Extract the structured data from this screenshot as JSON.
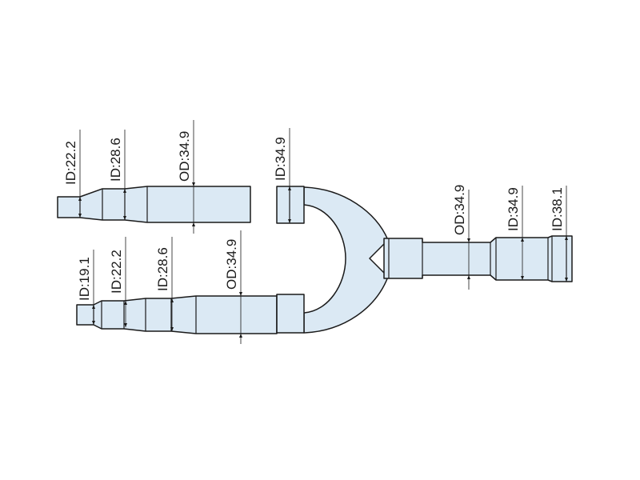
{
  "diagram": {
    "separate_pipe_labels": [
      "ID:22.2",
      "ID:28.6",
      "OD:34.9"
    ],
    "left_branch_labels": [
      "ID:19.1",
      "ID:22.2",
      "ID:28.6",
      "OD:34.9"
    ],
    "bend_top_label": "ID:34.9",
    "main_pipe_labels": [
      "OD:34.9",
      "ID:34.9",
      "ID:38.1"
    ]
  }
}
